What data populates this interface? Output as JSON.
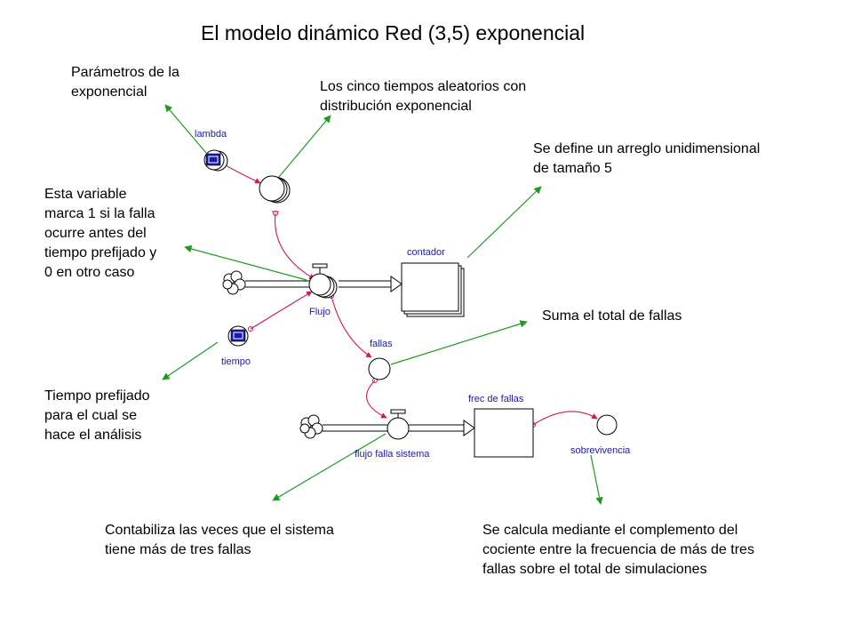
{
  "title": "El modelo dinámico Red (3,5) exponencial",
  "annotations": {
    "parametros": "Parámetros de la\nexponencial",
    "cinco_tiempos": "Los cinco tiempos aleatorios con\ndistribución exponencial",
    "arreglo": "Se define un arreglo unidimensional\nde tamaño 5",
    "variable_falla": "Esta variable\nmarca 1 si la falla\nocurre antes del\ntiempo prefijado y\n0 en otro caso",
    "suma_fallas": "Suma el total de fallas",
    "tiempo_prefijado": "Tiempo prefijado\npara el cual se\nhace el análisis",
    "contabiliza": "Contabiliza las veces que el sistema\ntiene más de tres fallas",
    "calcula": "Se calcula mediante el complemento del\ncociente entre la frecuencia de más de tres\nfallas sobre el total de simulaciones"
  },
  "nodes": {
    "lambda": "lambda",
    "contador": "contador",
    "flujo": "Flujo",
    "tiempo": "tiempo",
    "fallas": "fallas",
    "frec_fallas": "frec de fallas",
    "flujo_falla_sistema": "flujo falla sistema",
    "sobrevivencia": "sobrevivencia"
  },
  "colors": {
    "arrow": "#1f9a1f",
    "link": "#d4145a",
    "label": "#1a1aa8",
    "converter_fill": "#1a1aa8"
  }
}
